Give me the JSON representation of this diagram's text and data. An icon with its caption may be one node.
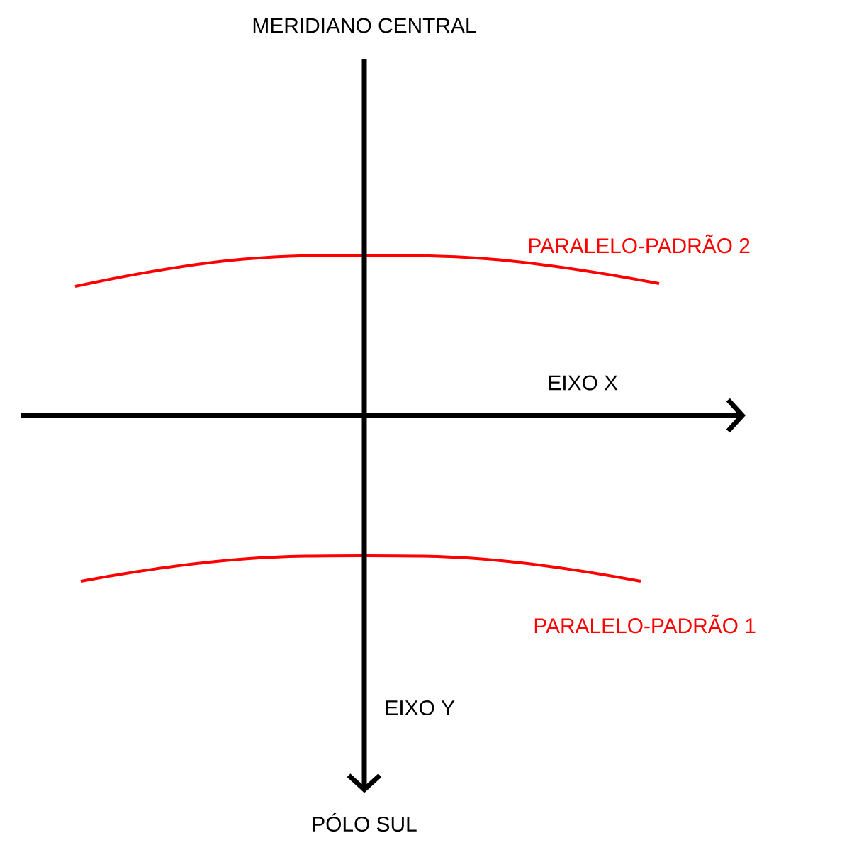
{
  "diagram": {
    "nodes": [
      {
        "text": [
          "MERIDIANO CENTRAL"
        ]
      },
      {
        "text": [
          "PÓLO SUL"
        ]
      }
    ],
    "edges": [
      {
        "from": 0,
        "to": 1,
        "arrow": "to",
        "label": "EIXO Y"
      }
    ],
    "labels": [
      "PARALELO-PADRÃO 2",
      "EIXO X",
      "PARALELO-PADRÃO 1"
    ]
  }
}
